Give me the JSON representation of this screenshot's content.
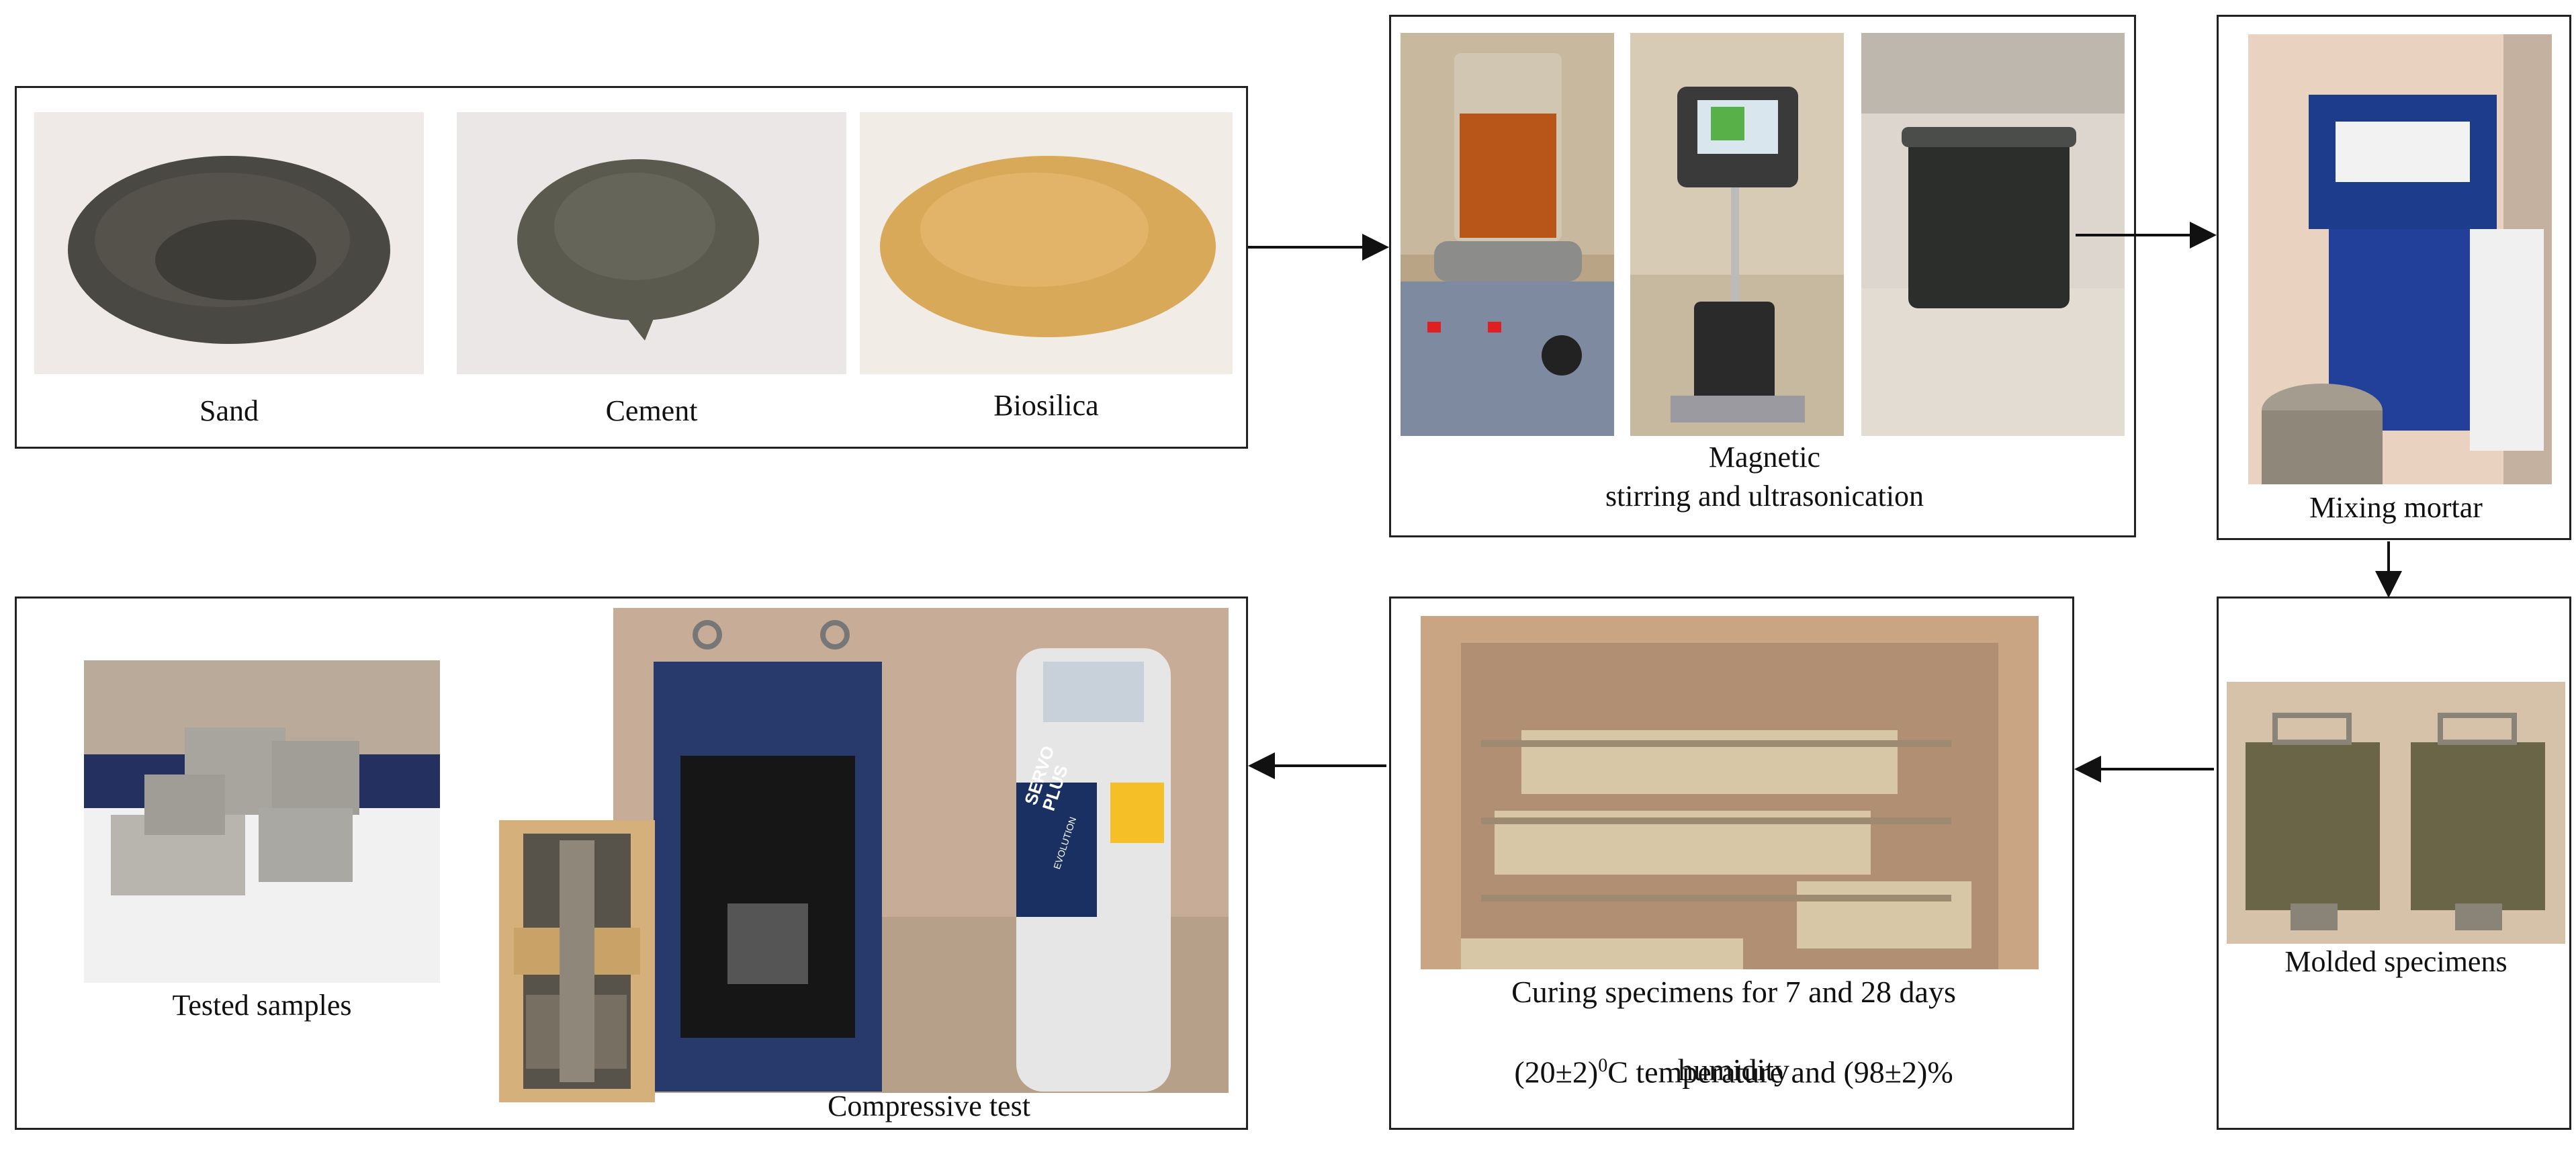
{
  "materials": {
    "sand_label": "Sand",
    "cement_label": "Cement",
    "biosilica_label": "Biosilica"
  },
  "stirring": {
    "label_line1": "Magnetic",
    "label_line2": "stirring and ultrasonication"
  },
  "mixing": {
    "label": "Mixing mortar"
  },
  "molded": {
    "label": "Molded specimens"
  },
  "curing": {
    "label_line1": "Curing specimens for 7 and 28 days",
    "label_line2_a": "(20±2)",
    "label_line2_sup": "0",
    "label_line2_b": "C temperature and (98±2)%",
    "label_line3": "humidity"
  },
  "testing": {
    "tested_label": "Tested samples",
    "compressive_label": "Compressive test",
    "machine_brand": "SERVO PLUS",
    "machine_sub": "EVOLUTION"
  },
  "colors": {
    "border": "#222222",
    "arrow": "#111111",
    "biosilica": "#d9a95a",
    "sand": "#4a4843",
    "cement": "#5b5a4e"
  }
}
